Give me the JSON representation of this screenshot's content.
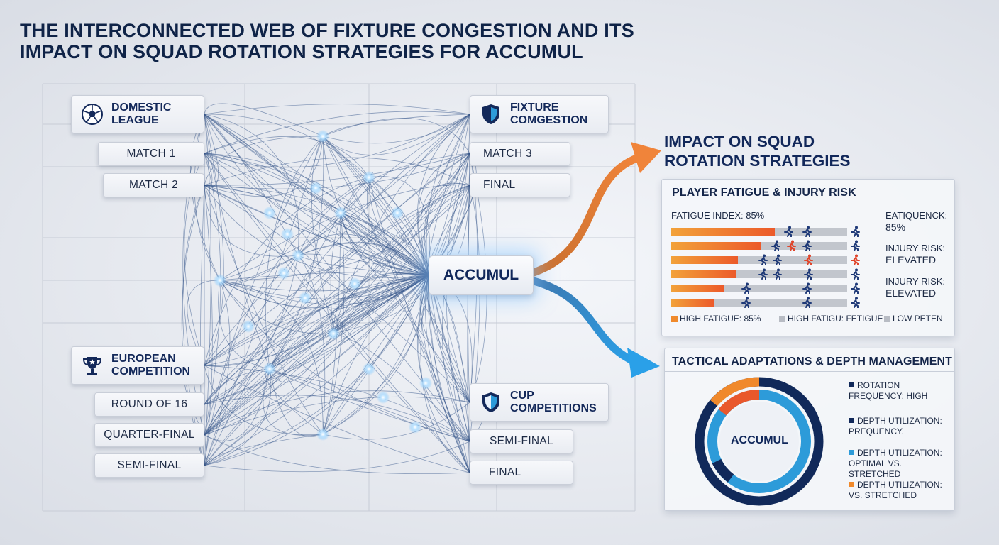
{
  "title": {
    "line1": "THE INTERCONNECTED WEB OF FIXTURE CONGESTION AND ITS",
    "line2": "IMPACT ON SQUAD ROTATION STRATEGIES FOR ACCUMUL"
  },
  "network": {
    "hub": "ACCUMUL",
    "domestic": {
      "label_line1": "DOMESTIC",
      "label_line2": "LEAGUE",
      "icon": "soccer-ball-icon",
      "items": [
        "MATCH 1",
        "MATCH 2"
      ]
    },
    "fixture": {
      "label_line1": "FIXTURE",
      "label_line2": "COMGESTION",
      "icon": "shield-icon",
      "items": [
        "MATCH 3",
        "FINAL"
      ]
    },
    "european": {
      "label_line1": "EUROPEAN",
      "label_line2": "COMPETITION",
      "icon": "trophy-icon",
      "items": [
        "ROUND OF 16",
        "QUARTER-FINAL",
        "SEMI-FINAL"
      ]
    },
    "cup": {
      "label_line1": "CUP",
      "label_line2": "COMPETITIONS",
      "icon": "shield-icon",
      "items": [
        "SEMI-FINAL",
        "FINAL"
      ]
    }
  },
  "impact": {
    "title_line1": "IMPACT ON SQUAD",
    "title_line2": "ROTATION STRATEGIES",
    "arrow_colors": {
      "upper": "#e8762f",
      "lower": "#2f8fd6"
    }
  },
  "fatigue_panel": {
    "heading": "PLAYER FATIGUE & INJURY RISK",
    "index_label": "FATIGUE INDEX: 85%",
    "bars": [
      0.59,
      0.51,
      0.38,
      0.37,
      0.3,
      0.24
    ],
    "runner_colors": [
      "#1f3a78",
      "#e0452b"
    ],
    "side_1_line1": "EATIQUENCK:",
    "side_1_line2": "85%",
    "side_2_line1": "INJURY RISK:",
    "side_2_line2": "ELEVATED",
    "side_3_line1": "INJURY RISK:",
    "side_3_line2": "ELEVATED",
    "legend": [
      {
        "label": "HIGH FATIGUE: 85%",
        "color": "#f08a2c"
      },
      {
        "label": "HIGH FATIGU: FETIGUE",
        "color": "#b8bcc4"
      },
      {
        "label": "LOW PETEN",
        "color": "#b8bcc4"
      }
    ]
  },
  "tactical_panel": {
    "heading": "TACTICAL ADAPTATIONS & DEPTH MANAGEMENT",
    "ring_label": "ACCUMUL",
    "ring_colors": {
      "outer": "#11295a",
      "middle": "#2d9bd9",
      "accent_1": "#f0892c",
      "accent_2": "#e9582c"
    },
    "legend": [
      {
        "line1": "ROTATION",
        "line2": "FREQUENCY: HIGH",
        "color": "#11295a"
      },
      {
        "line1": "DEPTH UTILIZATION:",
        "line2": "PREQUENCY.",
        "color": "#11295a"
      },
      {
        "line1": "DEPTH UTILIZATION:",
        "line2": "OPTIMAL VS. STRETCHED",
        "color": "#2d9bd9"
      },
      {
        "line1": "DEPTH UTILIZATION:",
        "line2": "VS. STRETCHED",
        "color": "#f0892c"
      }
    ]
  }
}
